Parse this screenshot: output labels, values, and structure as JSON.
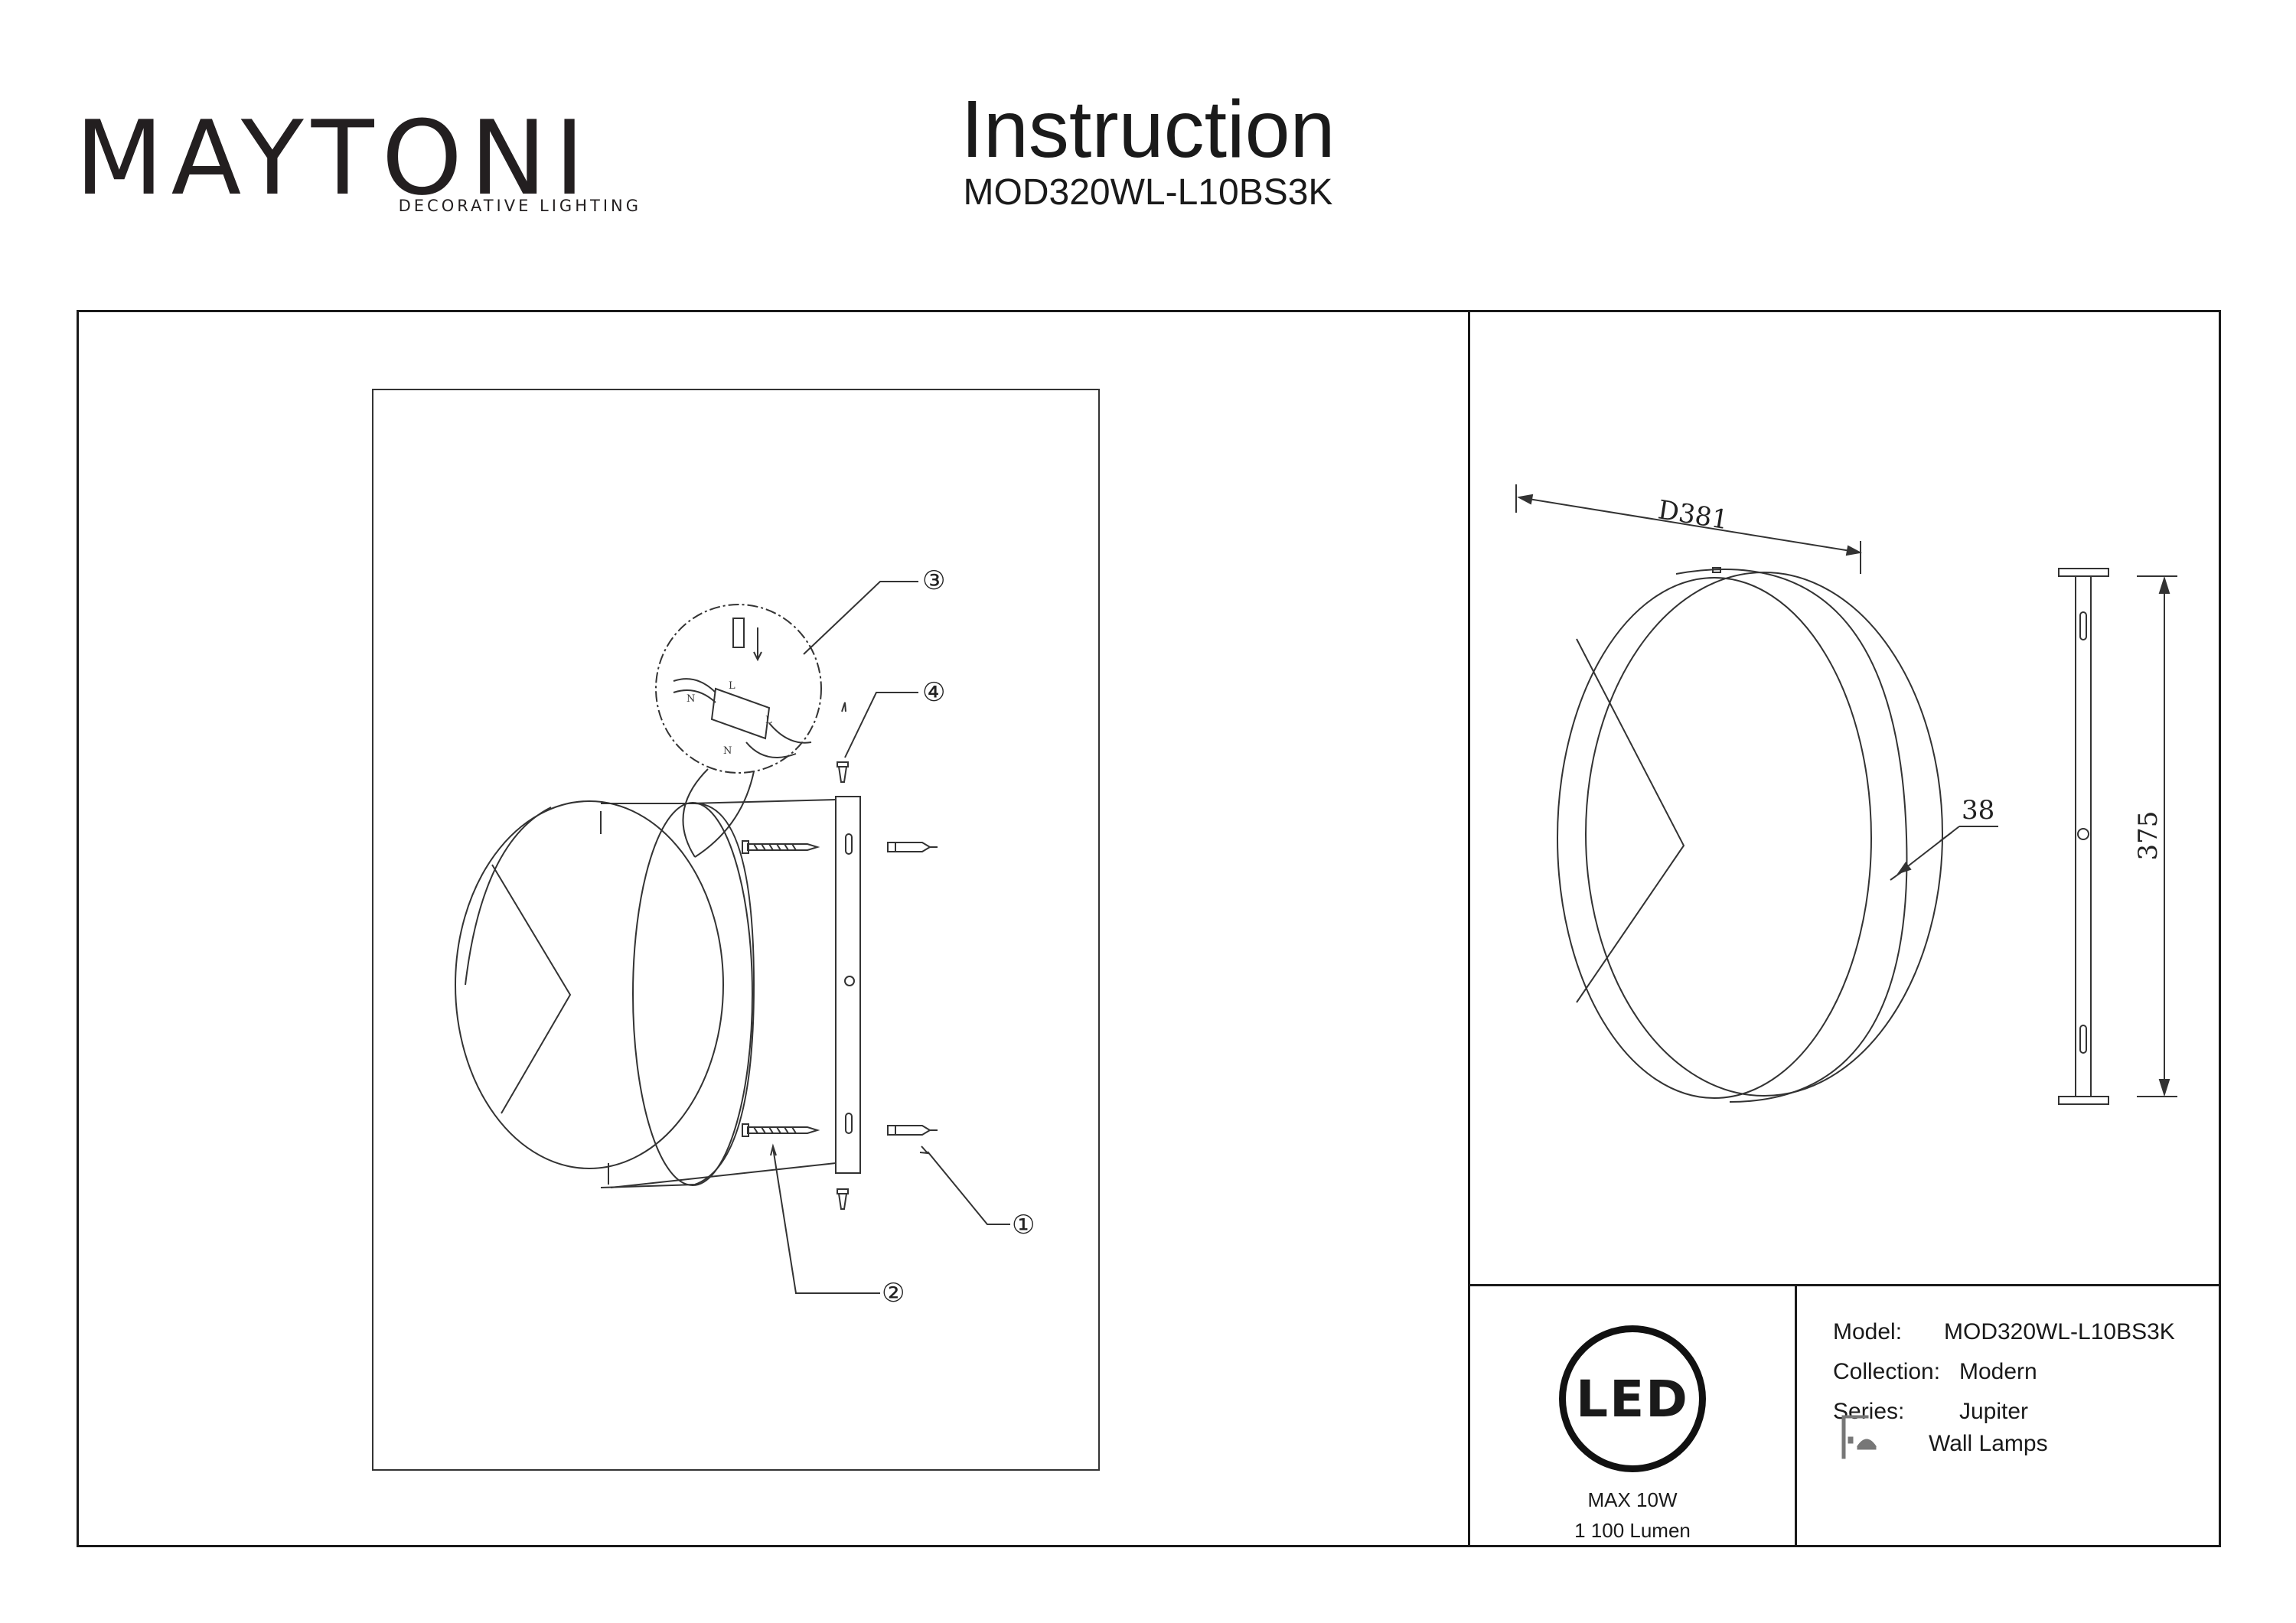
{
  "brand": {
    "name": "MAYTONI",
    "tagline": "DECORATIVE LIGHTING",
    "accent_color": "#5a1f4a"
  },
  "header": {
    "title": "Instruction",
    "model_code": "MOD320WL-L10BS3K"
  },
  "assembly": {
    "callouts": [
      "①",
      "②",
      "③",
      "④"
    ],
    "wiring_labels": [
      "N",
      "L",
      "L",
      "N"
    ]
  },
  "dimensions": {
    "diameter": "D381",
    "depth": "38",
    "bracket_length": "375"
  },
  "led": {
    "badge": "LED",
    "max_power": "MAX 10W",
    "lumen": "1 100 Lumen"
  },
  "info": {
    "model_label": "Model:",
    "model_value": "MOD320WL-L10BS3K",
    "collection_label": "Collection:",
    "collection_value": "Modern",
    "series_label": "Series:",
    "series_value": "Jupiter",
    "category_icon": "wall-lamp-icon",
    "category_value": "Wall Lamps"
  }
}
